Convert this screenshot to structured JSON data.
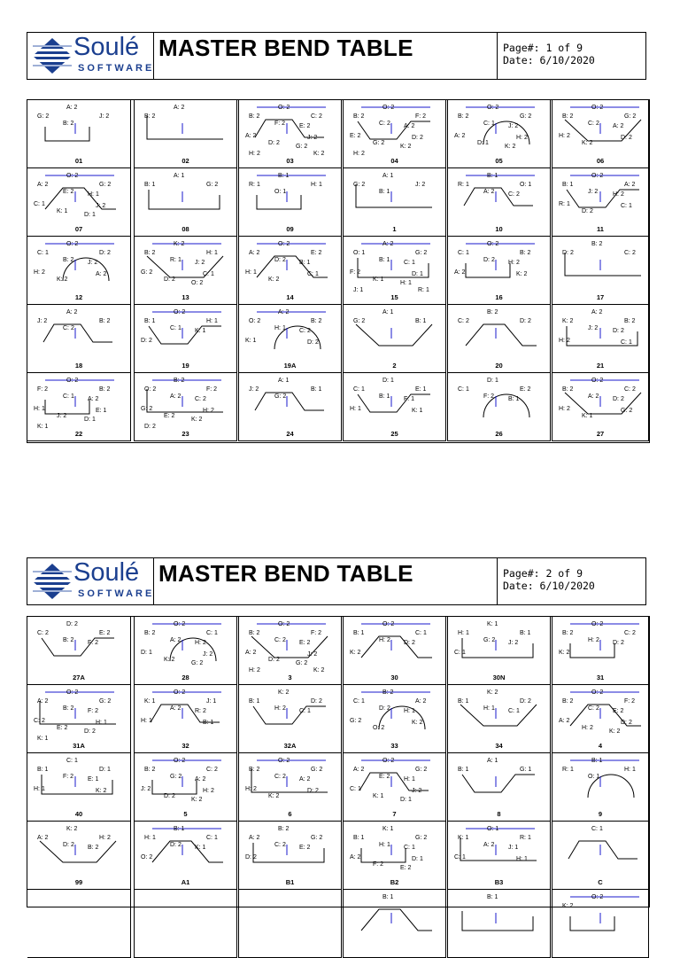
{
  "pages": [
    {
      "title": "MASTER BEND TABLE",
      "page_label": "Page#: 1 of 9",
      "date_label": "Date: 6/10/2020",
      "brand": {
        "name": "Soulé",
        "sub": "SOFTWARE"
      },
      "colors": {
        "dim_line": "#1a1acc",
        "shape": "#000000",
        "logo_blue": "#1b3f8f"
      },
      "rows": [
        [
          {
            "name": "01",
            "dims": [
              "A: 2",
              "G: 2",
              "J: 2",
              "B: 2"
            ]
          },
          {
            "name": "02",
            "dims": [
              "A: 2",
              "B: 2"
            ]
          },
          {
            "name": "03",
            "dims": [
              "O: 2",
              "B: 2",
              "C: 2",
              "F: 2",
              "E: 2",
              "A: 2",
              "J: 2",
              "D: 2",
              "G: 2",
              "H: 2",
              "K: 2"
            ]
          },
          {
            "name": "04",
            "dims": [
              "O: 2",
              "B: 2",
              "F: 2",
              "C: 2",
              "A: 2",
              "E: 2",
              "D: 2",
              "G: 2",
              "K: 2",
              "H: 2"
            ]
          },
          {
            "name": "05",
            "dims": [
              "O: 2",
              "B: 2",
              "G: 2",
              "C: 1",
              "J: 2",
              "A: 2",
              "H: 2",
              "D: 1",
              "K: 2"
            ]
          },
          {
            "name": "06",
            "dims": [
              "O: 2",
              "B: 2",
              "G: 2",
              "C: 2",
              "A: 2",
              "H: 2",
              "D: 2",
              "K: 2"
            ]
          }
        ],
        [
          {
            "name": "07",
            "dims": [
              "O: 2",
              "A: 2",
              "G: 2",
              "E: 2",
              "H: 1",
              "C: 1",
              "J: 2",
              "K: 1",
              "D: 1"
            ]
          },
          {
            "name": "08",
            "dims": [
              "A: 1",
              "B: 1",
              "G: 2"
            ]
          },
          {
            "name": "09",
            "dims": [
              "B: 1",
              "R: 1",
              "H: 1",
              "O: 1"
            ]
          },
          {
            "name": "1",
            "dims": [
              "A: 1",
              "G: 2",
              "J: 2",
              "B: 1"
            ]
          },
          {
            "name": "10",
            "dims": [
              "B: 1",
              "R: 1",
              "O: 1",
              "A: 2",
              "C: 2"
            ]
          },
          {
            "name": "11",
            "dims": [
              "O: 2",
              "B: 1",
              "A: 2",
              "J: 2",
              "H: 2",
              "R: 1",
              "C: 1",
              "D: 2"
            ]
          }
        ],
        [
          {
            "name": "12",
            "dims": [
              "O: 2",
              "C: 1",
              "D: 2",
              "B: 2",
              "J: 2",
              "H: 2",
              "A: 2",
              "K: 2"
            ]
          },
          {
            "name": "13",
            "dims": [
              "K: 2",
              "B: 2",
              "H: 1",
              "R: 1",
              "J: 2",
              "G: 2",
              "C: 1",
              "D: 2",
              "O: 2"
            ]
          },
          {
            "name": "14",
            "dims": [
              "O: 2",
              "A: 2",
              "E: 2",
              "D: 2",
              "B: 1",
              "H: 1",
              "C: 1",
              "K: 2"
            ]
          },
          {
            "name": "15",
            "dims": [
              "A: 2",
              "O: 1",
              "G: 2",
              "B: 1",
              "C: 1",
              "F: 2",
              "D: 1",
              "K: 1",
              "H: 1",
              "J: 1",
              "R: 1"
            ]
          },
          {
            "name": "16",
            "dims": [
              "O: 2",
              "C: 1",
              "B: 2",
              "D: 2",
              "H: 2",
              "A: 2",
              "K: 2"
            ]
          },
          {
            "name": "17",
            "dims": [
              "B: 2",
              "D: 2",
              "C: 2"
            ]
          }
        ],
        [
          {
            "name": "18",
            "dims": [
              "A: 2",
              "J: 2",
              "B: 2",
              "C: 2"
            ]
          },
          {
            "name": "19",
            "dims": [
              "O: 2",
              "B: 1",
              "H: 1",
              "C: 1",
              "K: 1",
              "D: 2"
            ]
          },
          {
            "name": "19A",
            "dims": [
              "A: 2",
              "O: 2",
              "B: 2",
              "H: 1",
              "C: 2",
              "K: 1",
              "D: 2"
            ]
          },
          {
            "name": "2",
            "dims": [
              "A: 1",
              "G: 2",
              "B: 1"
            ]
          },
          {
            "name": "20",
            "dims": [
              "B: 2",
              "C: 2",
              "D: 2"
            ]
          },
          {
            "name": "21",
            "dims": [
              "A: 2",
              "K: 2",
              "B: 2",
              "J: 2",
              "D: 2",
              "H: 2",
              "C: 1"
            ]
          }
        ],
        [
          {
            "name": "22",
            "dims": [
              "O: 2",
              "F: 2",
              "B: 2",
              "C: 1",
              "A: 2",
              "H: 1",
              "E: 1",
              "J: 2",
              "D: 1",
              "K: 1"
            ]
          },
          {
            "name": "23",
            "dims": [
              "B: 2",
              "O: 2",
              "F: 2",
              "A: 2",
              "C: 2",
              "G: 2",
              "H: 2",
              "E: 2",
              "K: 2",
              "D: 2"
            ]
          },
          {
            "name": "24",
            "dims": [
              "A: 1",
              "J: 2",
              "B: 1",
              "G: 2"
            ]
          },
          {
            "name": "25",
            "dims": [
              "D: 1",
              "C: 1",
              "E: 1",
              "B: 1",
              "F: 1",
              "H: 1",
              "K: 1"
            ]
          },
          {
            "name": "26",
            "dims": [
              "D: 1",
              "C: 1",
              "E: 2",
              "F: 2",
              "B: 1"
            ]
          },
          {
            "name": "27",
            "dims": [
              "O: 2",
              "B: 2",
              "C: 2",
              "A: 2",
              "D: 2",
              "H: 2",
              "G: 2",
              "K: 1"
            ]
          }
        ]
      ]
    },
    {
      "title": "MASTER BEND TABLE",
      "page_label": "Page#: 2 of 9",
      "date_label": "Date: 6/10/2020",
      "brand": {
        "name": "Soulé",
        "sub": "SOFTWARE"
      },
      "rows": [
        [
          {
            "name": "27A",
            "dims": [
              "D: 2",
              "C: 2",
              "E: 2",
              "B: 2",
              "F: 2"
            ]
          },
          {
            "name": "28",
            "dims": [
              "O: 2",
              "B: 2",
              "C: 1",
              "A: 2",
              "H: 2",
              "D: 1",
              "J: 2",
              "K: 2",
              "G: 2"
            ]
          },
          {
            "name": "3",
            "dims": [
              "O: 2",
              "B: 2",
              "F: 2",
              "C: 2",
              "E: 2",
              "A: 2",
              "J: 2",
              "D: 2",
              "G: 2",
              "H: 2",
              "K: 2"
            ]
          },
          {
            "name": "30",
            "dims": [
              "O: 2",
              "B: 1",
              "C: 1",
              "H: 2",
              "D: 2",
              "K: 2"
            ]
          },
          {
            "name": "30N",
            "dims": [
              "K: 1",
              "H: 1",
              "B: 1",
              "G: 2",
              "J: 2",
              "C: 1"
            ]
          },
          {
            "name": "31",
            "dims": [
              "O: 2",
              "B: 2",
              "C: 2",
              "H: 2",
              "D: 2",
              "K: 2"
            ]
          }
        ],
        [
          {
            "name": "31A",
            "dims": [
              "O: 2",
              "A: 2",
              "G: 2",
              "B: 2",
              "F: 2",
              "C: 2",
              "H: 1",
              "E: 2",
              "D: 2",
              "K: 1"
            ]
          },
          {
            "name": "32",
            "dims": [
              "O: 2",
              "K: 1",
              "J: 1",
              "A: 2",
              "R: 2",
              "H: 1",
              "B: 1"
            ]
          },
          {
            "name": "32A",
            "dims": [
              "K: 2",
              "B: 1",
              "D: 2",
              "H: 2",
              "C: 1"
            ]
          },
          {
            "name": "33",
            "dims": [
              "B: 2",
              "C: 1",
              "A: 2",
              "D: 2",
              "H: 1",
              "G: 2",
              "K: 2",
              "O: 2"
            ]
          },
          {
            "name": "34",
            "dims": [
              "K: 2",
              "B: 1",
              "D: 2",
              "H: 1",
              "C: 1"
            ]
          },
          {
            "name": "4",
            "dims": [
              "O: 2",
              "B: 2",
              "F: 2",
              "C: 2",
              "E: 2",
              "A: 2",
              "D: 2",
              "H: 2",
              "K: 2"
            ]
          }
        ],
        [
          {
            "name": "40",
            "dims": [
              "C: 1",
              "B: 1",
              "D: 1",
              "F: 2",
              "E: 1",
              "H: 1",
              "K: 2"
            ]
          },
          {
            "name": "5",
            "dims": [
              "O: 2",
              "B: 2",
              "C: 2",
              "G: 2",
              "A: 2",
              "J: 2",
              "H: 2",
              "D: 2",
              "K: 2"
            ]
          },
          {
            "name": "6",
            "dims": [
              "O: 2",
              "B: 2",
              "G: 2",
              "C: 2",
              "A: 2",
              "H: 2",
              "D: 2",
              "K: 2"
            ]
          },
          {
            "name": "7",
            "dims": [
              "O: 2",
              "A: 2",
              "G: 2",
              "E: 2",
              "H: 1",
              "C: 1",
              "J: 2",
              "K: 1",
              "D: 1"
            ]
          },
          {
            "name": "8",
            "dims": [
              "A: 1",
              "B: 1",
              "G: 1"
            ]
          },
          {
            "name": "9",
            "dims": [
              "B: 1",
              "R: 1",
              "H: 1",
              "O: 1"
            ]
          }
        ],
        [
          {
            "name": "99",
            "dims": [
              "K: 2",
              "A: 2",
              "H: 2",
              "D: 2",
              "B: 2"
            ]
          },
          {
            "name": "A1",
            "dims": [
              "B: 1",
              "H: 1",
              "C: 1",
              "D: 2",
              "K: 1",
              "O: 2"
            ]
          },
          {
            "name": "B1",
            "dims": [
              "B: 2",
              "A: 2",
              "G: 2",
              "C: 2",
              "E: 2",
              "D: 2"
            ]
          },
          {
            "name": "B2",
            "dims": [
              "K: 1",
              "B: 1",
              "G: 2",
              "H: 1",
              "C: 1",
              "A: 2",
              "D: 1",
              "F: 2",
              "E: 2"
            ]
          },
          {
            "name": "B3",
            "dims": [
              "O: 1",
              "K: 1",
              "R: 1",
              "A: 2",
              "J: 1",
              "C: 1",
              "H: 1"
            ]
          },
          {
            "name": "C",
            "dims": [
              "C: 1"
            ]
          }
        ],
        [
          {
            "name": "",
            "dims": []
          },
          {
            "name": "",
            "dims": []
          },
          {
            "name": "",
            "dims": []
          },
          {
            "name": "",
            "dims": [
              "B: 1"
            ]
          },
          {
            "name": "",
            "dims": [
              "B: 1"
            ]
          },
          {
            "name": "",
            "dims": [
              "O: 2",
              "K: 2"
            ]
          }
        ]
      ]
    }
  ]
}
